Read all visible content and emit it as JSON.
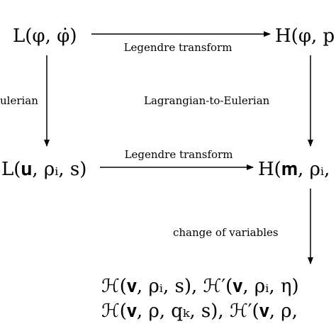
{
  "nodes": {
    "lagrangian": "L(φ, φ̇)",
    "hamiltonian": "H(φ, p",
    "lagrangian_eulerian": "L(𝐮, ρᵢ, s)",
    "hamiltonian_eulerian": "H(𝐦, ρᵢ,",
    "hamiltonians_line1": "ℋ(𝐯, ρᵢ, s),   ℋ′(𝐯, ρᵢ, η)",
    "hamiltonians_line2": "ℋ(𝐯, ρ, qₖ, s),   ℋ′(𝐯, ρ,"
  },
  "labels": {
    "legendre_top": "Legendre transform",
    "legendre_middle": "Legendre transform",
    "left_vertical": "ulerian",
    "right_vertical": "Lagrangian-to-Eulerian",
    "change_of_variables": "change of variables"
  }
}
